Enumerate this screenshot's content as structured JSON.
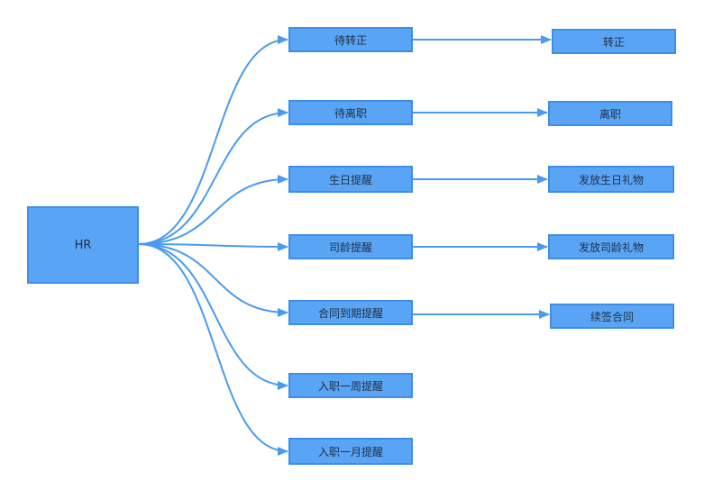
{
  "diagram": {
    "root": {
      "label": "HR"
    },
    "branches": [
      {
        "label": "待转正",
        "next": "转正"
      },
      {
        "label": "待离职",
        "next": "离职"
      },
      {
        "label": "生日提醒",
        "next": "发放生日礼物"
      },
      {
        "label": "司龄提醒",
        "next": "发放司龄礼物"
      },
      {
        "label": "合同到期提醒",
        "next": "续签合同"
      },
      {
        "label": "入职一周提醒",
        "next": null
      },
      {
        "label": "入职一月提醒",
        "next": null
      }
    ]
  },
  "colors": {
    "node_fill": "#5aa4f5",
    "node_border": "#3d8fe6",
    "edge": "#4a9af0",
    "text": "#1f2f44"
  }
}
